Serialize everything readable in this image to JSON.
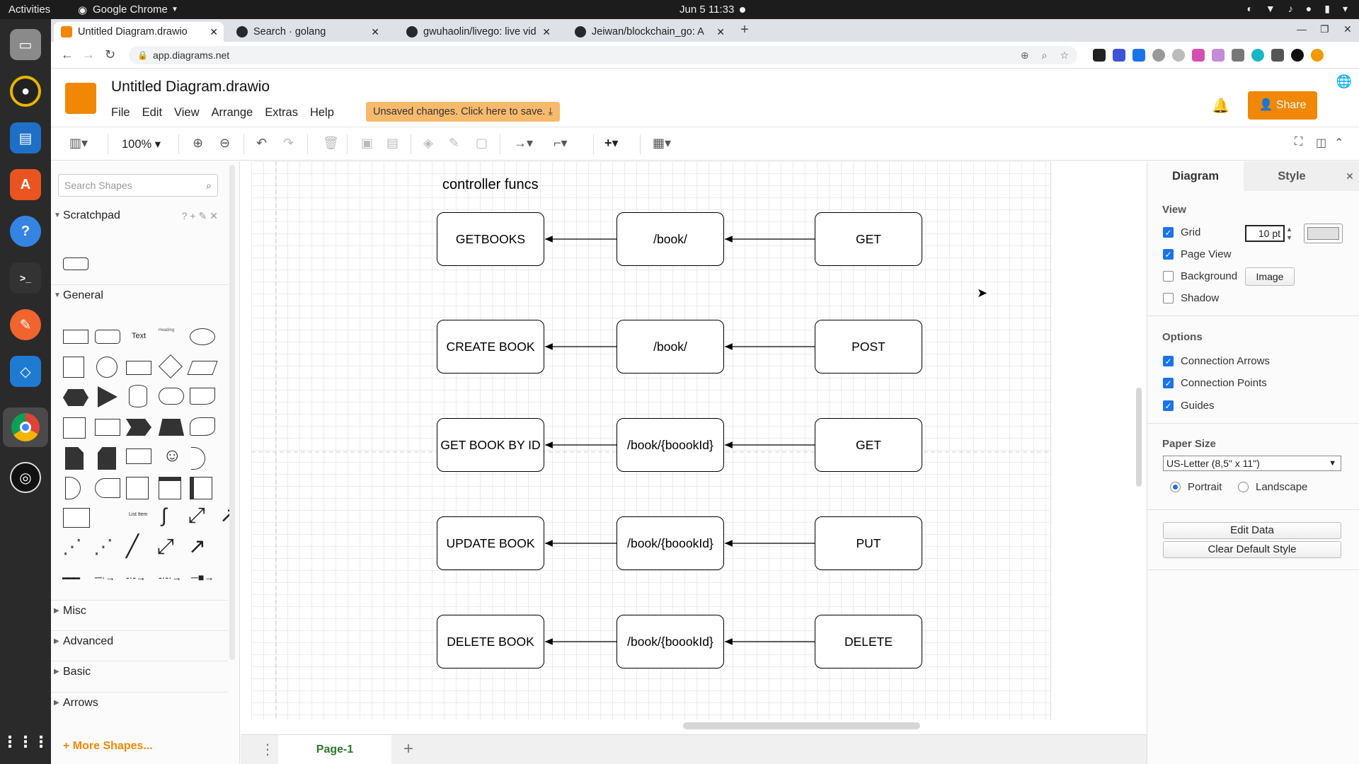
{
  "system": {
    "activities": "Activities",
    "app_name": "Google Chrome",
    "clock": "Jun 5  11:33"
  },
  "browser": {
    "tabs": [
      {
        "title": "Untitled Diagram.drawio",
        "active": true,
        "favicon_color": "#f08705"
      },
      {
        "title": "Search · golang",
        "active": false,
        "favicon_color": "#24292f"
      },
      {
        "title": "gwuhaolin/livego: live vid",
        "active": false,
        "favicon_color": "#24292f"
      },
      {
        "title": "Jeiwan/blockchain_go: A",
        "active": false,
        "favicon_color": "#24292f"
      }
    ],
    "url": "app.diagrams.net"
  },
  "app": {
    "title": "Untitled Diagram.drawio",
    "menu": [
      "File",
      "Edit",
      "View",
      "Arrange",
      "Extras",
      "Help"
    ],
    "unsaved_notice": "Unsaved changes. Click here to save.",
    "share_label": "Share",
    "zoom": "100%"
  },
  "shapes_panel": {
    "search_placeholder": "Search Shapes",
    "scratchpad": "Scratchpad",
    "general": "General",
    "collapsed_sections": [
      "Misc",
      "Advanced",
      "Basic",
      "Arrows"
    ],
    "more_shapes": "More Shapes...",
    "text_shape": "Text",
    "heading_shape": "Heading",
    "list_item_shape": "List Item"
  },
  "diagram": {
    "title": "controller funcs",
    "rows": [
      {
        "handler": "GETBOOKS",
        "route": "/book/",
        "method": "GET"
      },
      {
        "handler": "CREATE BOOK",
        "route": "/book/",
        "method": "POST"
      },
      {
        "handler": "GET BOOK BY ID",
        "route": "/book/{boookId}",
        "method": "GET"
      },
      {
        "handler": "UPDATE BOOK",
        "route": "/book/{boookId}",
        "method": "PUT"
      },
      {
        "handler": "DELETE BOOK",
        "route": "/book/{boookId}",
        "method": "DELETE"
      }
    ]
  },
  "pages": {
    "active": "Page-1"
  },
  "format_panel": {
    "tab_diagram": "Diagram",
    "tab_style": "Style",
    "view_title": "View",
    "grid_label": "Grid",
    "grid_checked": true,
    "grid_size": "10 pt",
    "page_view_label": "Page View",
    "page_view_checked": true,
    "background_label": "Background",
    "background_checked": false,
    "image_button": "Image",
    "shadow_label": "Shadow",
    "shadow_checked": false,
    "options_title": "Options",
    "connection_arrows": "Connection Arrows",
    "connection_points": "Connection Points",
    "guides": "Guides",
    "paper_size_title": "Paper Size",
    "paper_size_value": "US-Letter (8,5\" x 11\")",
    "portrait": "Portrait",
    "landscape": "Landscape",
    "edit_data": "Edit Data",
    "clear_default_style": "Clear Default Style"
  }
}
